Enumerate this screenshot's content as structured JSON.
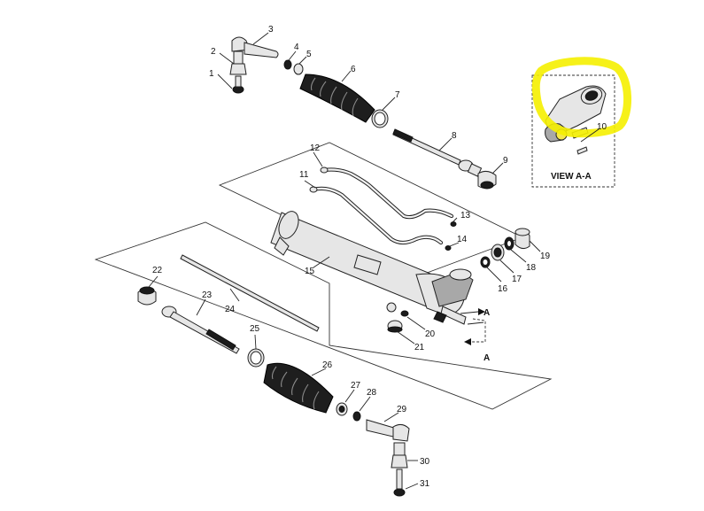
{
  "view_caption": "VIEW A-A",
  "section_letters": [
    "A",
    "A"
  ],
  "callouts": [
    "1",
    "2",
    "3",
    "4",
    "5",
    "6",
    "7",
    "8",
    "9",
    "10",
    "11",
    "12",
    "13",
    "14",
    "15",
    "16",
    "17",
    "18",
    "19",
    "20",
    "21",
    "22",
    "23",
    "24",
    "25",
    "26",
    "27",
    "28",
    "29",
    "30",
    "31"
  ],
  "highlight_color": "#f5f000"
}
